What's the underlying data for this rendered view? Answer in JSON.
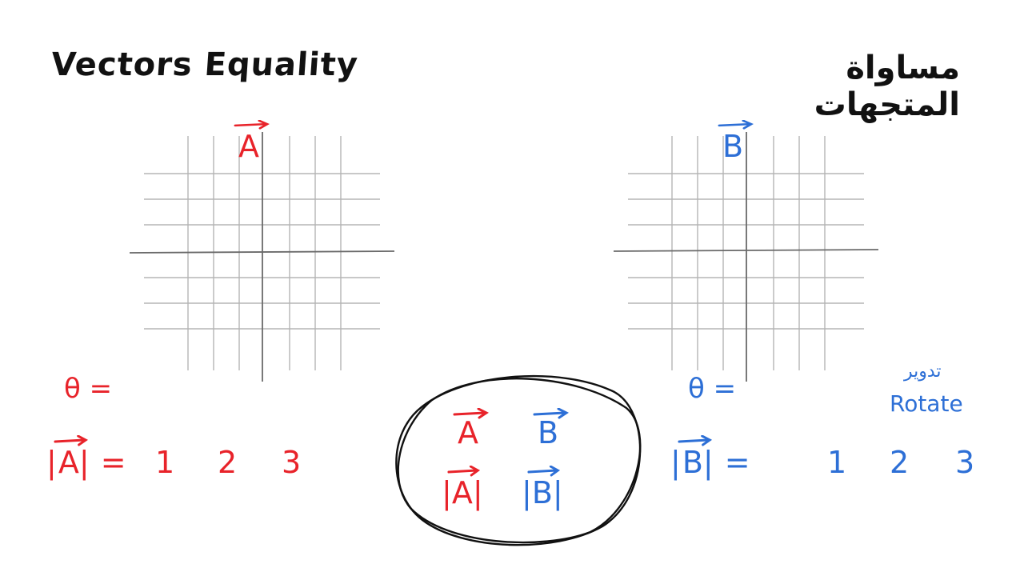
{
  "title_en": "Vectors Equality",
  "title_ar": "مساواة المتجهات",
  "left": {
    "vector_label": "A",
    "theta_label": "θ =",
    "magnitude_label": "|A| =",
    "magnitude_letter": "A",
    "values": [
      "1",
      "2",
      "3"
    ],
    "color": "#e8232a"
  },
  "right": {
    "vector_label": "B",
    "theta_label": "θ =",
    "magnitude_label": "|B| =",
    "magnitude_letter": "B",
    "values": [
      "1",
      "2",
      "3"
    ],
    "color": "#2d6fd6",
    "rotate_ar": "تدوير",
    "rotate_en": "Rotate"
  },
  "center": {
    "top_a": "A",
    "top_b": "B",
    "mag_a": "A",
    "mag_b": "B"
  },
  "colors": {
    "red": "#e8232a",
    "blue": "#2d6fd6",
    "grid": "#b0b0b0",
    "axis": "#777777"
  }
}
